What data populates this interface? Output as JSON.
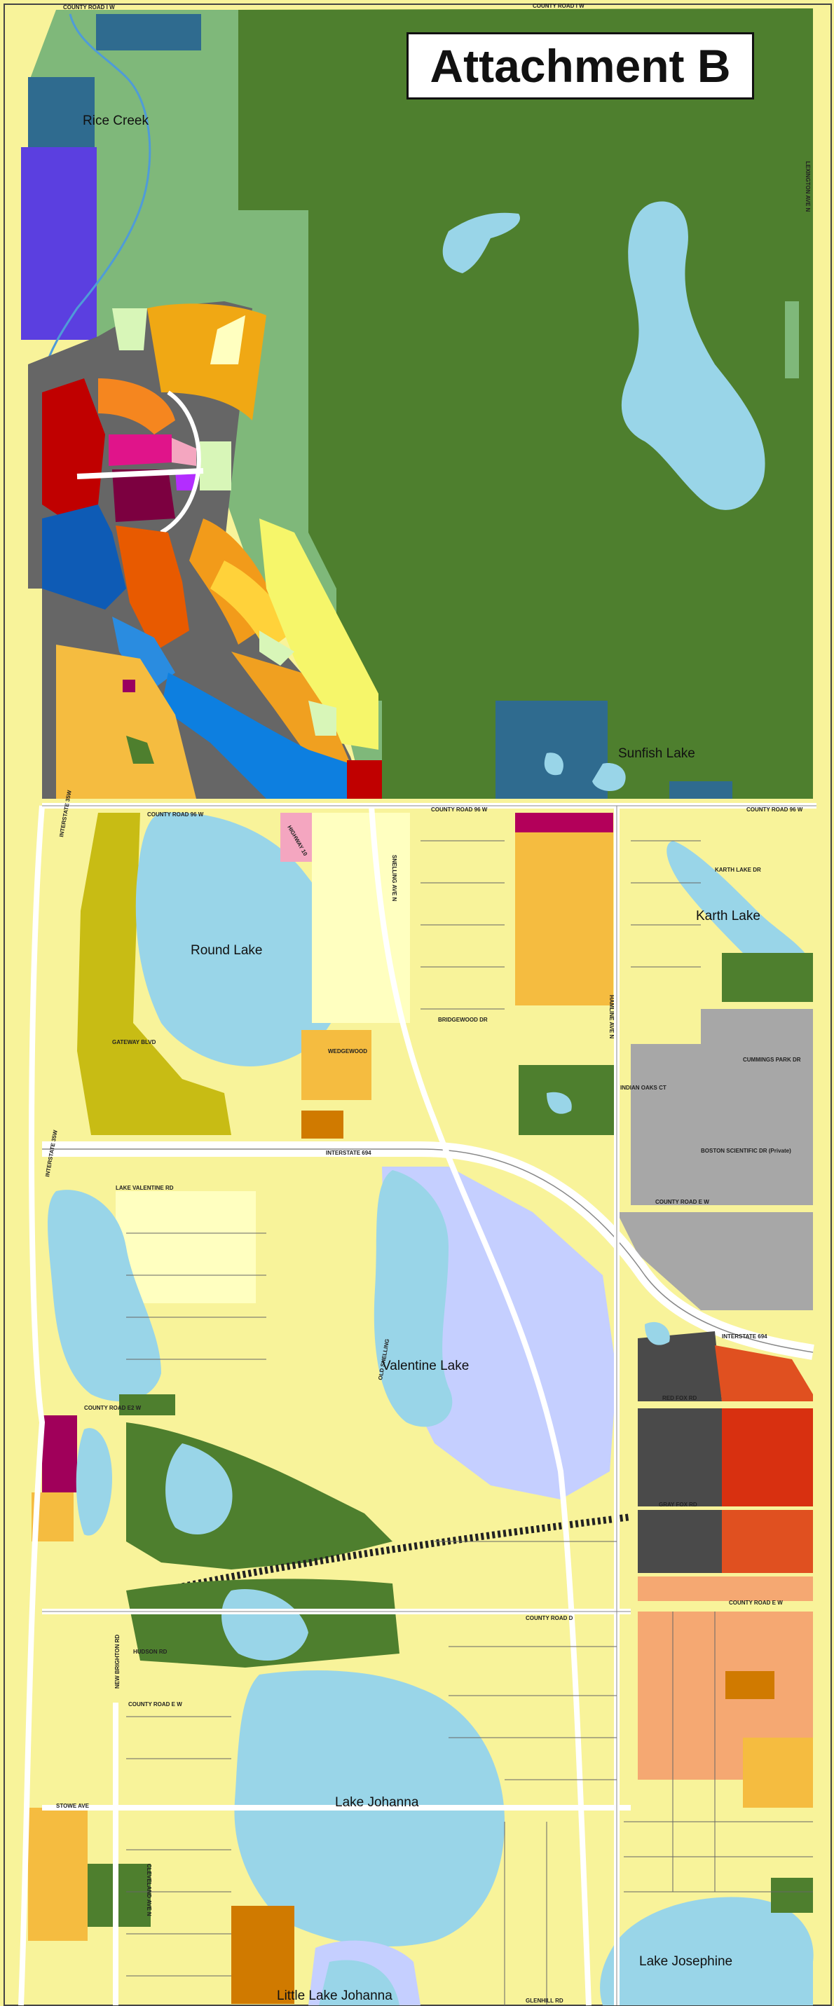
{
  "title": "Attachment B",
  "map": {
    "colors": {
      "green_park": "#4e7f2e",
      "light_green": "#7fb87a",
      "water": "#99d5e8",
      "residential_yellow": "#f8f39a",
      "pale_yellow": "#ffffc0",
      "orange": "#f0a030",
      "industrial_gray": "#a7a7a7",
      "dark_gray": "#4a4a4a",
      "red": "#c00000",
      "blue": "#0e5bb5",
      "lavender": "#c5cfff"
    },
    "lakes": [
      "Rice Creek",
      "Round Lake",
      "Sunfish Lake",
      "Karth Lake",
      "Valentine Lake",
      "Lake Johanna",
      "Lake Josephine",
      "Little Lake Johanna"
    ],
    "roads": [
      "COUNTY ROAD I W",
      "COUNTY ROAD I W",
      "COUNTY ROAD 96 W",
      "COUNTY ROAD 96 W",
      "COUNTY ROAD 96 W",
      "INTERSTATE 694",
      "INTERSTATE 694",
      "COUNTY ROAD E W",
      "COUNTY ROAD E2 W",
      "COUNTY ROAD E W",
      "COUNTY ROAD D",
      "COUNTY ROAD E W",
      "LEXINGTON AVE N",
      "SNELLING AVE N",
      "HIGHWAY 10",
      "INTERSTATE 35W",
      "INTERSTATE 35W",
      "OLD SNELLING",
      "NEW BRIGHTON RD",
      "STOWE AVE",
      "HUDSON RD",
      "LAKE VALENTINE RD",
      "GATEWAY BLVD",
      "WEDGEWOOD",
      "INDIAN OAKS CT",
      "BOSTON SCIENTIFIC DR (Private)",
      "CUMMINGS PARK DR",
      "GLENHILL RD",
      "KARTH LAKE DR",
      "HAMLINE AVE N",
      "BRIDGEWOOD DR",
      "CLEVELAND AVE N",
      "RED FOX RD",
      "GRAY FOX RD"
    ]
  }
}
